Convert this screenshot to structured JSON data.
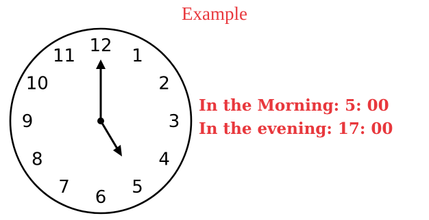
{
  "colors": {
    "accent": "#e8383d",
    "ink": "#000000",
    "background": "#ffffff"
  },
  "title": "Example",
  "clock": {
    "numbers": [
      "12",
      "1",
      "2",
      "3",
      "4",
      "5",
      "6",
      "7",
      "8",
      "9",
      "10",
      "11"
    ],
    "hour_hand_points_to": 5,
    "minute_hand_points_to": 12
  },
  "times": {
    "morning": "In the Morning: 5: 00",
    "evening": "In the evening: 17: 00"
  }
}
